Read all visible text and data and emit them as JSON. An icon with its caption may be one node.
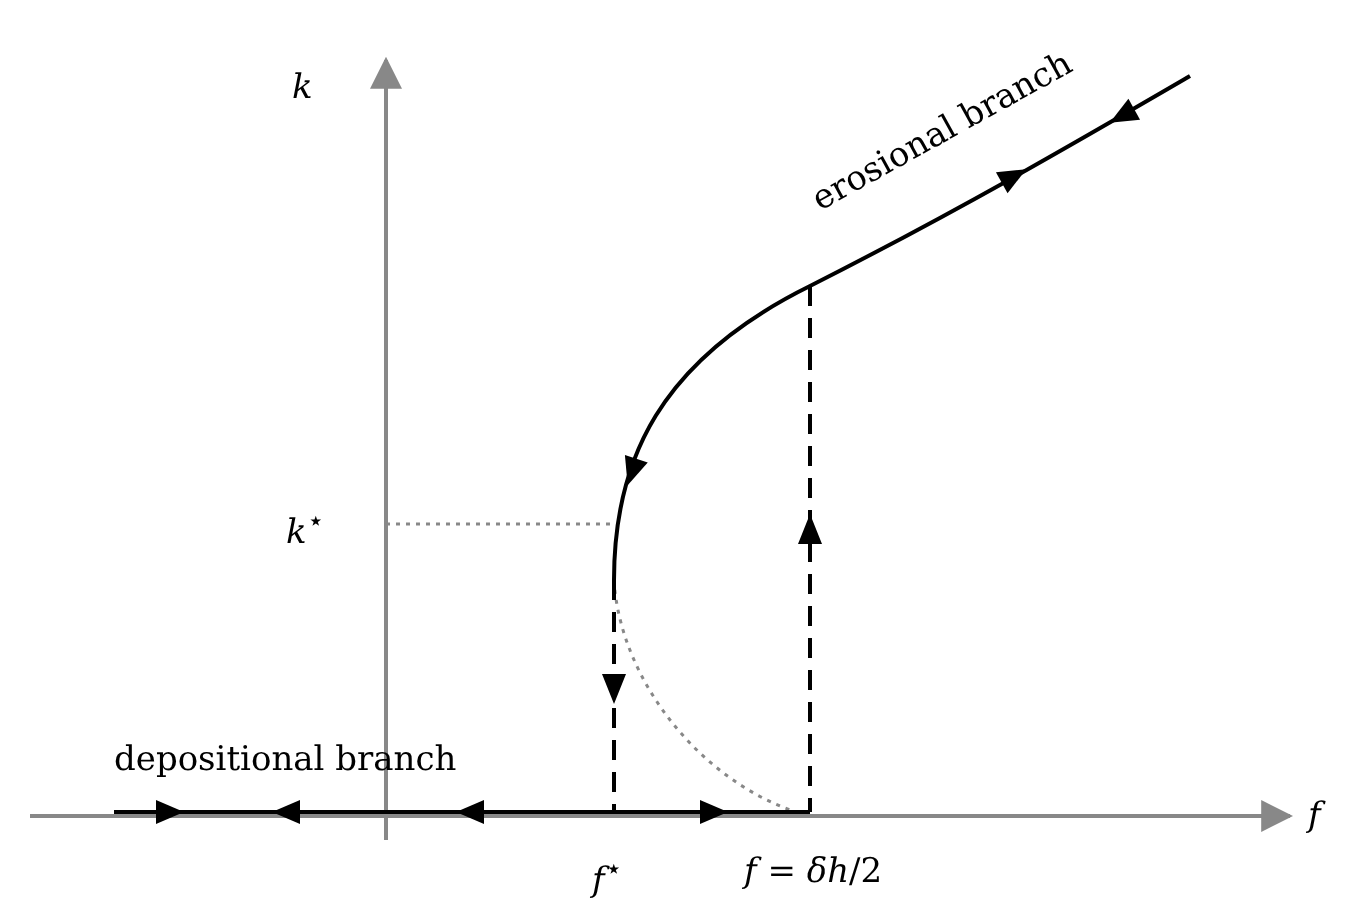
{
  "diagram": {
    "labels": [
      "*k*",
      "*k*$^{⋆}$",
      "erosional branch",
      "depositional branch",
      "*f*",
      "*f*$^{⋆}$",
      "*f* = *δh*/2"
    ]
  }
}
